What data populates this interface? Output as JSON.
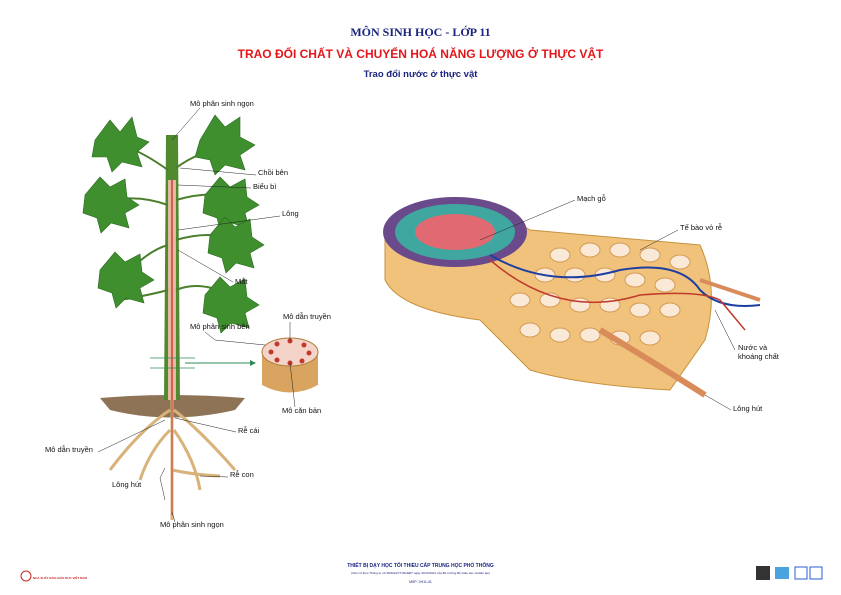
{
  "header": {
    "subject": "MÔN SINH HỌC - LỚP 11",
    "title": "TRAO ĐỔI CHẤT VÀ CHUYỂN HOÁ NĂNG LƯỢNG Ở THỰC VẬT",
    "subtitle": "Trao đổi nước ở thực vật"
  },
  "plant_labels": {
    "apical_meristem_top": "Mô phân sinh ngọn",
    "lateral_bud": "Chồi bên",
    "epidermis": "Biểu bì",
    "hair": "Lông",
    "node": "Mắt",
    "vascular_tissue_section": "Mô dẫn truyền",
    "lateral_meristem": "Mô phân sinh bên",
    "ground_tissue": "Mô căn bản",
    "taproot": "Rễ cái",
    "vascular_tissue_root": "Mô dẫn truyền",
    "lateral_root": "Rễ con",
    "root_hair": "Lông hút",
    "apical_meristem_root": "Mô phân sinh ngọn"
  },
  "root_labels": {
    "xylem": "Mạch gỗ",
    "cortex_cells": "Tế bào vỏ rễ",
    "water_minerals_1": "Nước và",
    "water_minerals_2": "khoáng chất",
    "root_hair": "Lông hút"
  },
  "footer": {
    "line1": "THIẾT BỊ DẠY HỌC TỐI THIỂU CẤP TRUNG HỌC PHỔ THÔNG",
    "line2": "(Căn cứ theo Thông tư số 39/2021/TT-BGDĐT ngày 30/12/2021 của Bộ trưởng Bộ Giáo dục và Đào tạo)",
    "code": "MSP: 2H11-01",
    "publisher": "NHÀ XUẤT BẢN GIÁO DỤC VIỆT NAM"
  },
  "colors": {
    "title_red": "#e3161b",
    "navy": "#1a237e",
    "leaf": "#3f8f2f",
    "root": "#d9b27a"
  }
}
